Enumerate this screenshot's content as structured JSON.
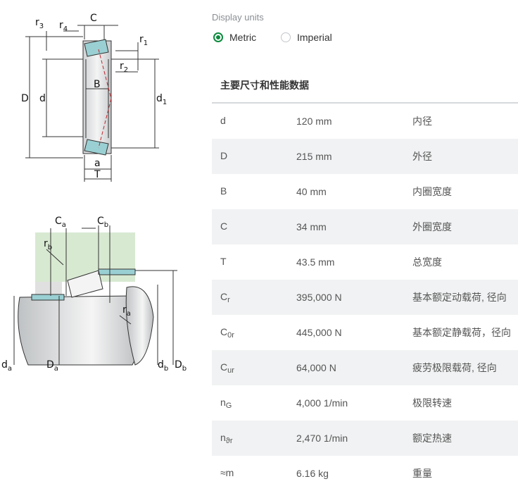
{
  "diagram_top": {
    "labels": {
      "r3": "r",
      "r3_sub": "3",
      "r4": "r",
      "r4_sub": "4",
      "C": "C",
      "r1": "r",
      "r1_sub": "1",
      "r2": "r",
      "r2_sub": "2",
      "D": "D",
      "d": "d",
      "B": "B",
      "d1": "d",
      "d1_sub": "1",
      "a": "a",
      "T": "T"
    }
  },
  "diagram_bottom": {
    "labels": {
      "Ca": "C",
      "Ca_sub": "a",
      "Cb": "C",
      "Cb_sub": "b",
      "rb": "r",
      "rb_sub": "b",
      "ra": "r",
      "ra_sub": "a",
      "da": "d",
      "da_sub": "a",
      "Da": "D",
      "Da_sub": "a",
      "db": "d",
      "db_sub": "b",
      "Db": "D",
      "Db_sub": "b"
    }
  },
  "display_units": {
    "title": "Display units",
    "options": [
      {
        "label": "Metric",
        "checked": true
      },
      {
        "label": "Imperial",
        "checked": false
      }
    ]
  },
  "table": {
    "title": "主要尺寸和性能数据",
    "rows": [
      {
        "sym": "d",
        "sub": "",
        "value": "120 mm",
        "desc": "内径"
      },
      {
        "sym": "D",
        "sub": "",
        "value": "215 mm",
        "desc": "外径"
      },
      {
        "sym": "B",
        "sub": "",
        "value": "40 mm",
        "desc": "内圈宽度"
      },
      {
        "sym": "C",
        "sub": "",
        "value": "34 mm",
        "desc": "外圈宽度"
      },
      {
        "sym": "T",
        "sub": "",
        "value": "43.5 mm",
        "desc": "总宽度"
      },
      {
        "sym": "C",
        "sub": "r",
        "value": "395,000 N",
        "desc": "基本额定动载荷, 径向"
      },
      {
        "sym": "C",
        "sub": "0r",
        "value": "445,000 N",
        "desc": "基本额定静载荷，径向"
      },
      {
        "sym": "C",
        "sub": "ur",
        "value": "64,000 N",
        "desc": "疲劳极限载荷, 径向"
      },
      {
        "sym": "n",
        "sub": "G",
        "value": "4,000 1/min",
        "desc": "极限转速"
      },
      {
        "sym": "n",
        "sub": "ϑr",
        "value": "2,470 1/min",
        "desc": "额定热速"
      },
      {
        "sym": "≈m",
        "sub": "",
        "value": "6.16 kg",
        "desc": "重量"
      }
    ]
  },
  "colors": {
    "accent": "#0e8a3e",
    "row_alt": "#f1f2f3",
    "ring_fill": "#9ad0d3",
    "housing_fill": "#d8e9d2"
  }
}
